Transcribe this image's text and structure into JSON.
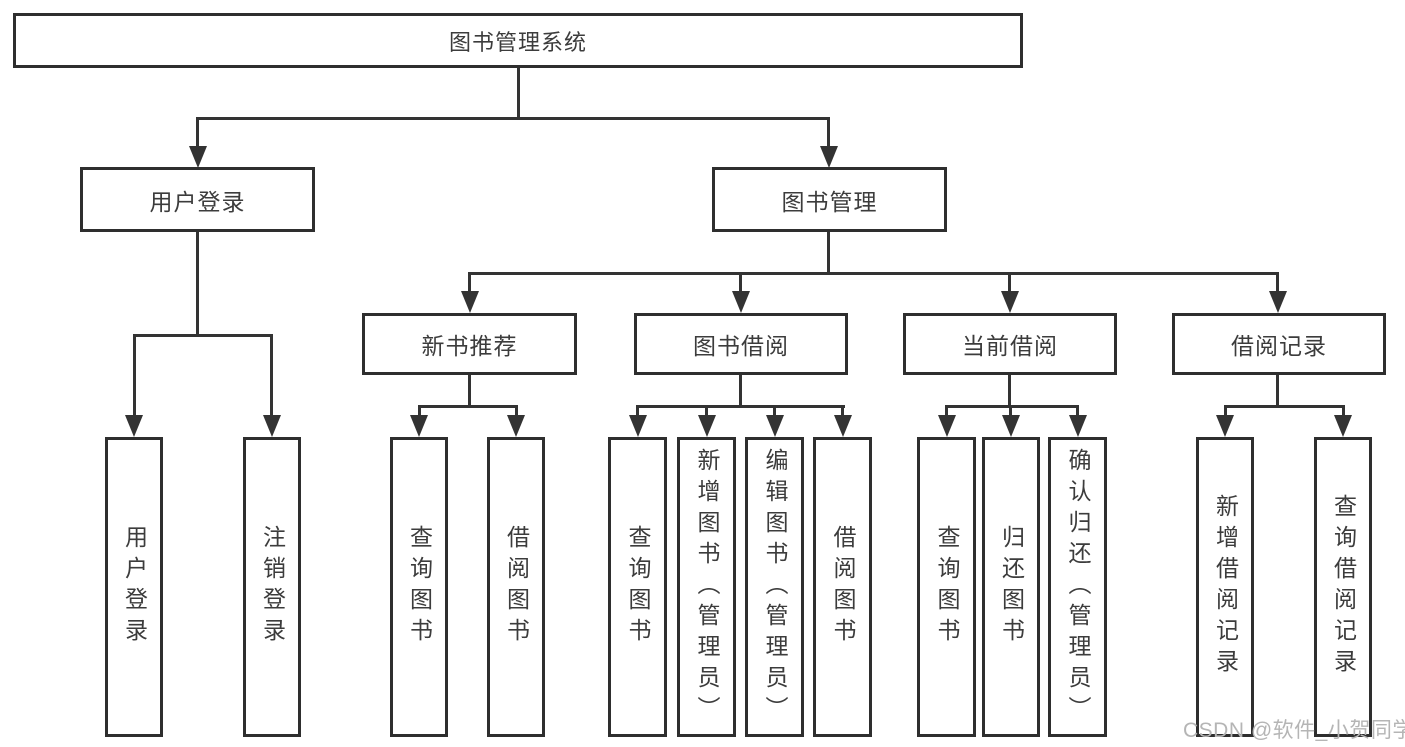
{
  "diagram": {
    "type": "tree",
    "root": {
      "label": "图书管理系统"
    },
    "level1": [
      {
        "label": "用户登录"
      },
      {
        "label": "图书管理"
      }
    ],
    "level2": [
      {
        "label": "新书推荐"
      },
      {
        "label": "图书借阅"
      },
      {
        "label": "当前借阅"
      },
      {
        "label": "借阅记录"
      }
    ],
    "leaves": {
      "userLogin": [
        "用户登录",
        "注销登录"
      ],
      "newBookRecommend": [
        "查询图书",
        "借阅图书"
      ],
      "bookBorrow": [
        "查询图书",
        "新增图书（管理员）",
        "编辑图书（管理员）",
        "借阅图书"
      ],
      "currentBorrow": [
        "查询图书",
        "归还图书",
        "确认归还（管理员）"
      ],
      "borrowRecords": [
        "新增借阅记录",
        "查询借阅记录"
      ]
    },
    "colors": {
      "line": "#333333",
      "border": "#2e2e2e",
      "text": "#3c3c3c",
      "watermark": "#b5b5b5",
      "background": "#ffffff"
    },
    "watermark": "CSDN @软件_小贺同学"
  }
}
